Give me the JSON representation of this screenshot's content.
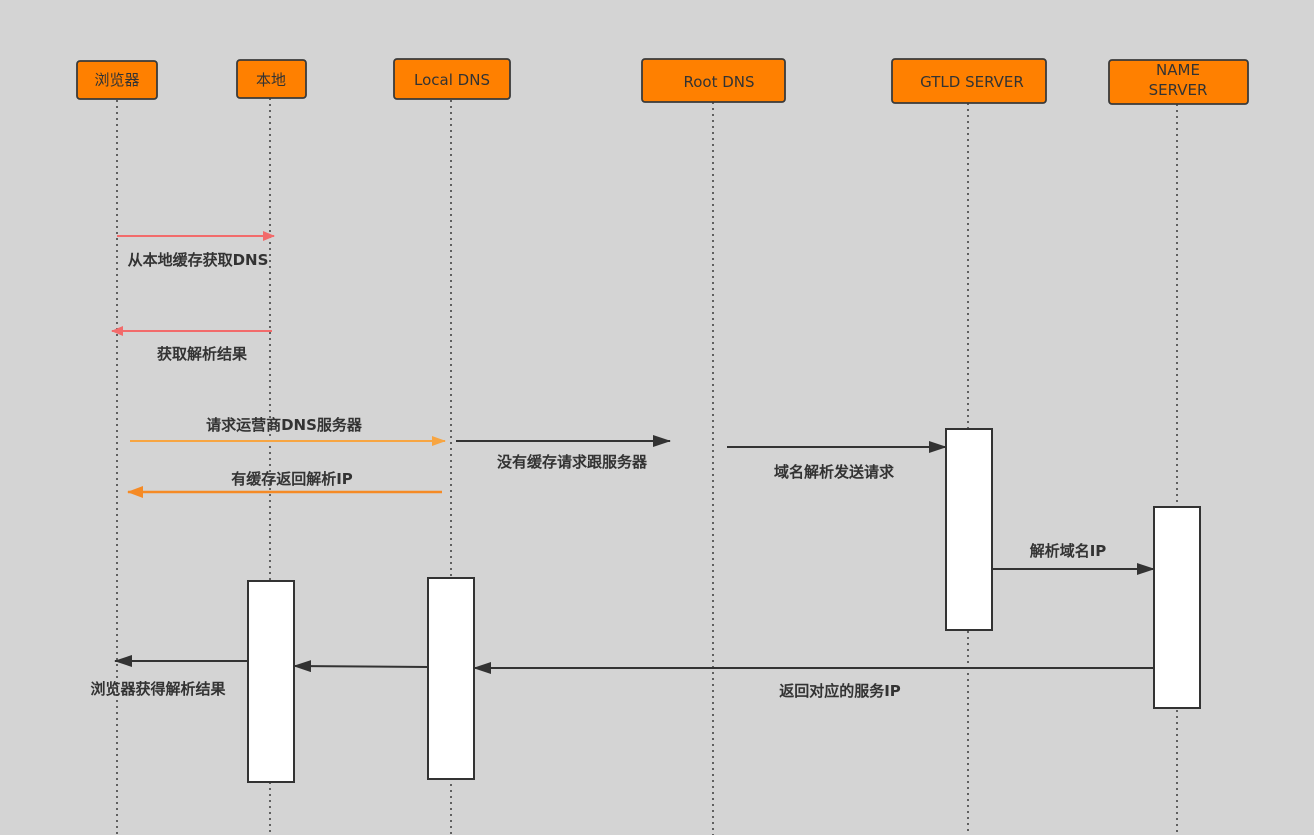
{
  "actors": [
    {
      "id": "browser",
      "label": "浏览器"
    },
    {
      "id": "local",
      "label": "本地"
    },
    {
      "id": "localdns",
      "label": "Local DNS"
    },
    {
      "id": "rootdns",
      "label": "Root DNS"
    },
    {
      "id": "gtld",
      "label": "GTLD SERVER"
    },
    {
      "id": "nameserver",
      "label": "NAME\nSERVER"
    }
  ],
  "messages": [
    {
      "id": "m1",
      "label": "从本地缓存获取DNS",
      "color": "#f26b6b"
    },
    {
      "id": "m2",
      "label": "获取解析结果",
      "color": "#f26b6b"
    },
    {
      "id": "m3",
      "label": "请求运营商DNS服务器",
      "color": "#f7a542"
    },
    {
      "id": "m4",
      "label": "有缓存返回解析IP",
      "color": "#f58a25"
    },
    {
      "id": "m5",
      "label": "没有缓存请求跟服务器",
      "color": "#333333"
    },
    {
      "id": "m6",
      "label": "域名解析发送请求",
      "color": "#333333"
    },
    {
      "id": "m7",
      "label": "解析域名IP",
      "color": "#333333"
    },
    {
      "id": "m8",
      "label": "返回对应的服务IP",
      "color": "#333333"
    },
    {
      "id": "m9",
      "label": "",
      "color": "#333333"
    },
    {
      "id": "m10",
      "label": "",
      "color": "#333333"
    },
    {
      "id": "m11",
      "label": "浏览器获得解析结果",
      "color": "#333333"
    }
  ],
  "colors": {
    "background": "#d4d4d4",
    "actor_fill": "#ff8000",
    "activation_fill": "#ffffff"
  }
}
